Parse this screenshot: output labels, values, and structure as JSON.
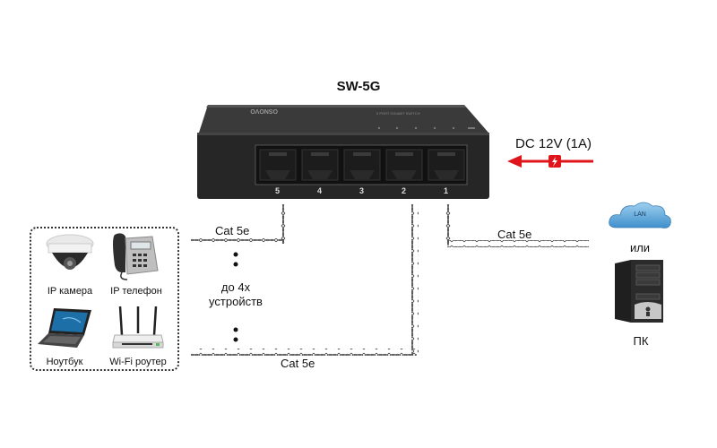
{
  "diagram": {
    "title": "SW-5G",
    "switch": {
      "brand": "OSNOVO",
      "ports": [
        "5",
        "4",
        "3",
        "2",
        "1"
      ],
      "led_count": 6
    },
    "power": {
      "label": "DC 12V (1A)",
      "icon": "power-plug-icon",
      "arrow_color": "#e0151b"
    },
    "cables": {
      "top_left": "Cat 5e",
      "bottom": "Cat 5e",
      "right": "Cat 5e"
    },
    "ellipsis_text_line1": "до 4х",
    "ellipsis_text_line2": "устройств",
    "devices": [
      {
        "label": "IP камера",
        "icon": "ip-camera-icon"
      },
      {
        "label": "IP телефон",
        "icon": "ip-phone-icon"
      },
      {
        "label": "Ноутбук",
        "icon": "laptop-icon"
      },
      {
        "label": "Wi-Fi роутер",
        "icon": "wifi-router-icon"
      }
    ],
    "uplink": {
      "cloud_label": "LAN",
      "or_text": "или",
      "pc_label": "ПК"
    }
  }
}
